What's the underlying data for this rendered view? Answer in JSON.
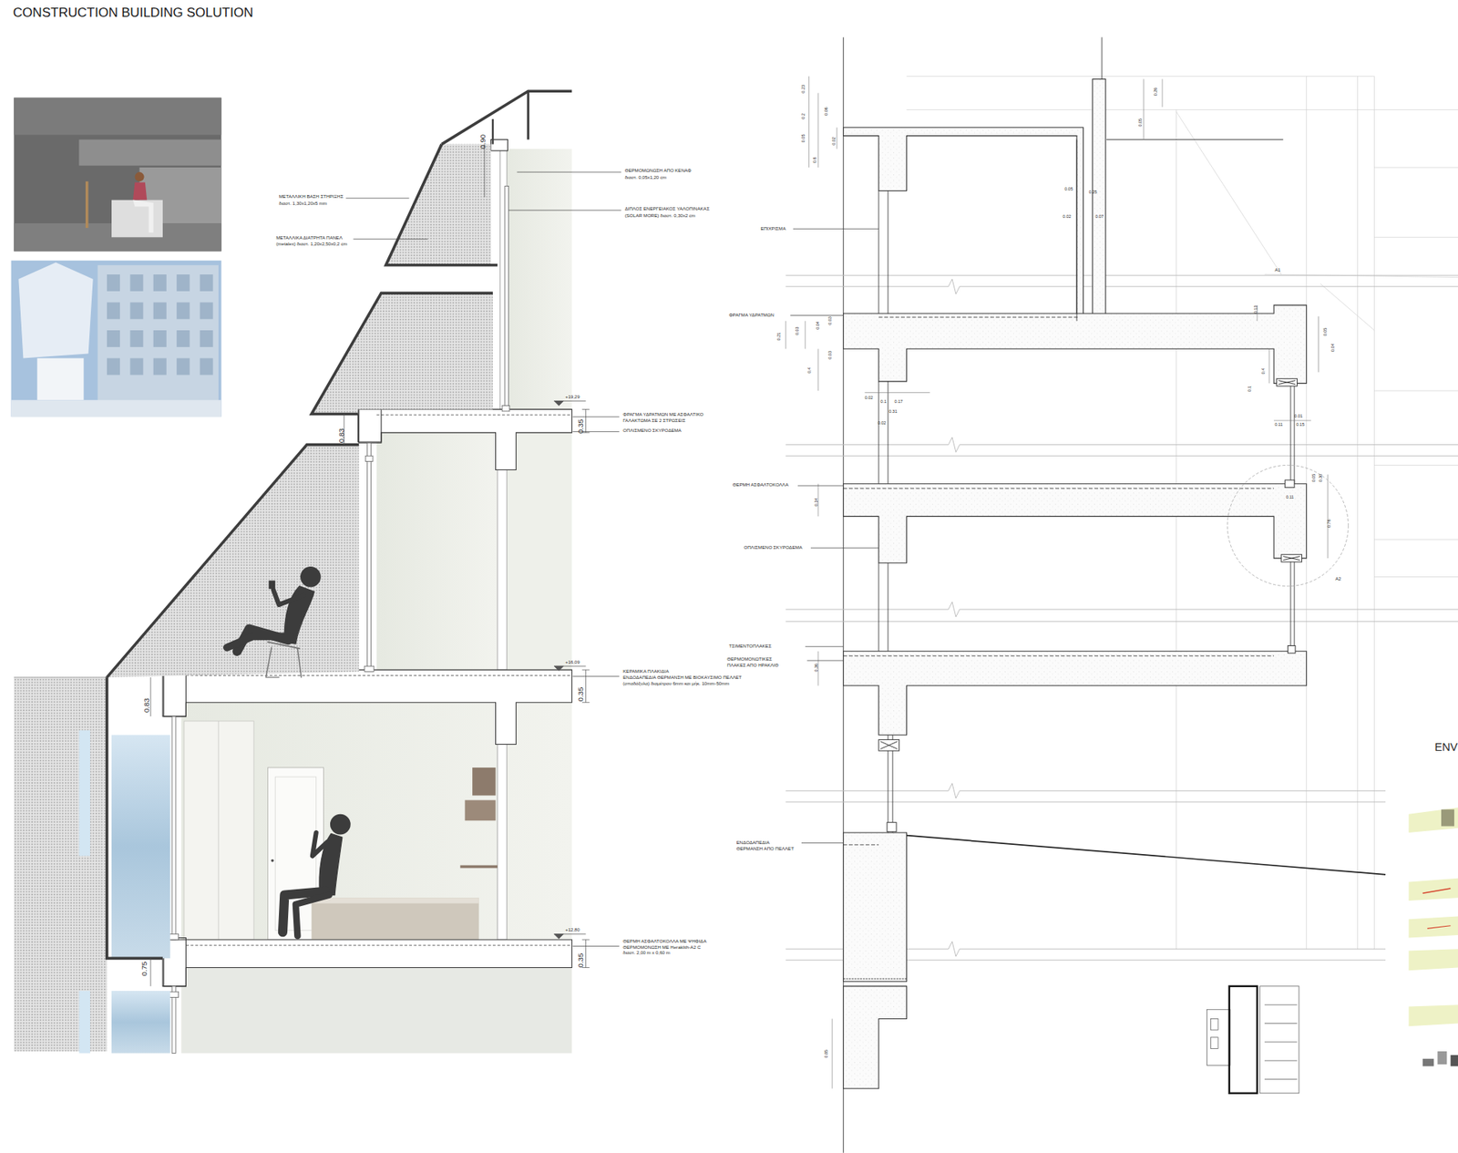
{
  "diagram": {
    "title": "CONSTRUCTION BUILDING SOLUTION",
    "labels": [
      "0.90",
      "ΜΕΤΑΛΛΙΚΗ ΒΑΣΗ ΣΤΗΡΙΞΗΣ",
      "διαστ. 1,30x1,20x5 mm",
      "ΜΕΤΑΛΛΙΚΑ ΔΙΑΤΡΗΤΑ ΠΑΝΕΛ",
      "(metalex) διαστ. 1,20x2,50x0,2 cm",
      "ΘΕΡΜΟΜΩΝΩΣΗ ΑΠΟ ΚΕΝΑΦ",
      "διαστ. 0,05x1,20 cm",
      "ΔΙΠΛΟΣ ΕΝΕΡΓΕΙΑΚΟΣ ΥΑΛΟΠΙΝΑΚΑΣ",
      "(SOLAR MORE) διαστ. 0,30x2 cm",
      "+19,29",
      "0.35",
      "ΦΡΑΓΜΑ ΥΔΡΑΤΜΩΝ ΜΕ ΑΣΦΑΛΤΙΚΟ",
      "ΓΑΛΑΚΤΩΜΑ ΣΕ 2 ΣΤΡΩΣΕΙΣ",
      "ΟΠΛΙΣΜΕΝΟ ΣΚΥΡΟΔΕΜΑ",
      "0.83",
      "+16,09",
      "0.35",
      "ΚΕΡΑΜΙΚΑ ΠΛΑΚΙΔΙΑ",
      "ΕΝΔΟΔΑΠΕΔΙΑ ΘΕΡΜΑΝΣΗ ΜΕ ΒΙΟΚΑΥΣΙΜΟ ΠΕΛΛΕΤ",
      "(σπαδόξυλα) διαμέτρου 6mm και μήκ. 10mm-50mm",
      "0.83",
      "0.75",
      "+12,80",
      "0.35",
      "ΘΕΡΜΗ ΑΣΦΑΛΤΟΚΟΛΛΑ ΜΕ ΨΗΦΙΔΑ",
      "ΘΕΡΜΟΜΟΝΩΣΗ ΜΕ Heraklith-A2 C",
      "διαστ. 2,00 m x 0,60 m",
      "ΕΠΙΧΡΙΣΜΑ",
      "ΦΡΑΓΜΑ ΥΔΡΑΤΜΩΝ",
      "ΘΕΡΜΗ ΑΣΦΑΛΤΟΚΟΛΛΑ",
      "ΟΠΛΙΣΜΕΝΟ ΣΚΥΡΟΔΕΜΑ",
      "ΤΣΙΜΕΝΤΟΠΛΑΚΕΣ",
      "ΘΕΡΜΟΜΟΝΩΤΙΚΕΣ",
      "ΠΛΑΚΕΣ ΑΠΟ ΗΡΑΚΛΙΘ",
      "ΕΝΔΟΔΑΠΕΔΙΑ",
      "ΘΕΡΜΑΝΣΗ ΑΠΟ ΠΕΛΛΕΤ",
      "A1",
      "A2",
      "ENV",
      "0.23",
      "0.2",
      "0.05",
      "0.06",
      "0.6",
      "0.02",
      "0.26",
      "0.05",
      "0.05",
      "0.25",
      "0.02",
      "0.07",
      "0.13",
      "0.21",
      "0.03",
      "0.04",
      "0.03",
      "0.4",
      "0.03",
      "0.4",
      "0.05",
      "0.04",
      "0.02",
      "0.1",
      "0.17",
      "0.31",
      "0.02",
      "0.1",
      "0.01",
      "0.11",
      "0.15",
      "0.05",
      "0.30",
      "0.11",
      "0.34",
      "0.76",
      "0.36",
      "0.85"
    ]
  }
}
